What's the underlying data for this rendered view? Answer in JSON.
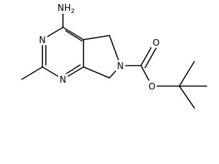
{
  "molecule": {
    "atoms": {
      "nh2": "NH2",
      "n_top": "N",
      "n_bottom": "N",
      "n_ring": "N",
      "o_carbonyl": "O",
      "o_ester": "O"
    }
  }
}
